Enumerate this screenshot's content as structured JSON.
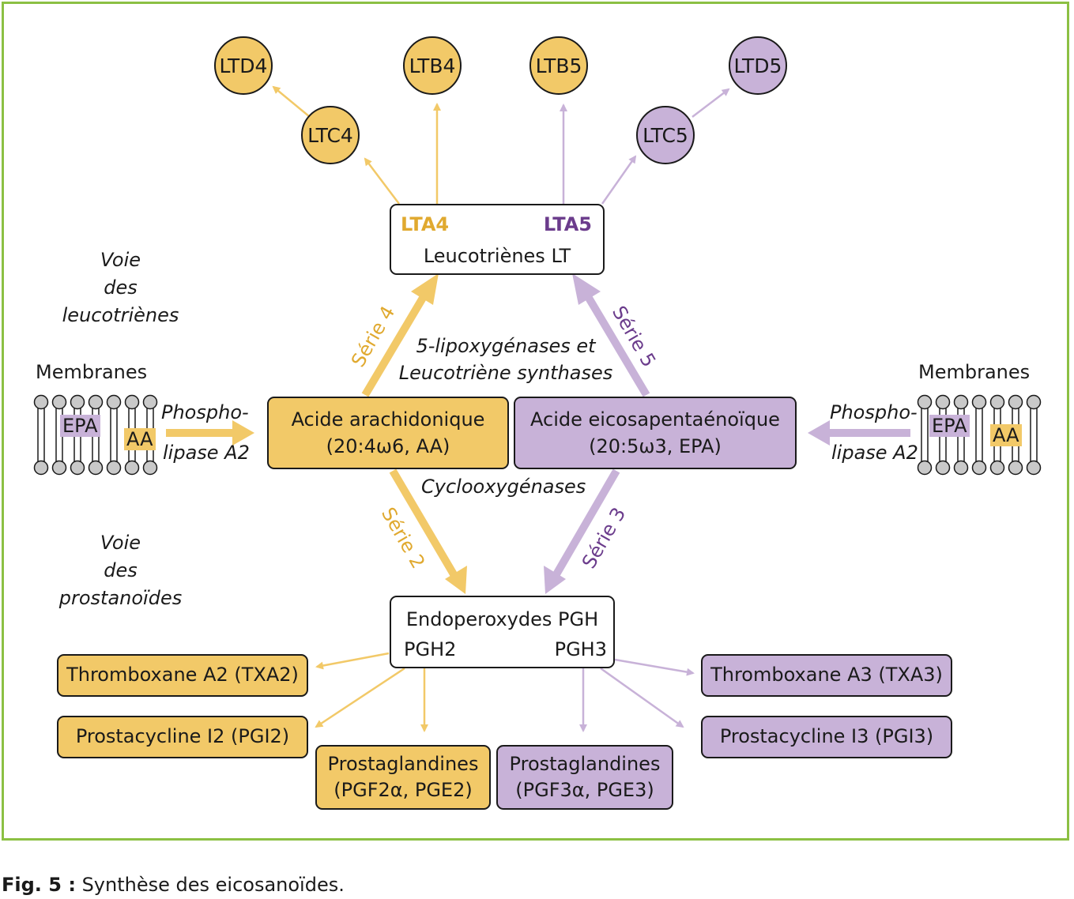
{
  "colors": {
    "frame": "#8cc043",
    "aa_series": "#f2c968",
    "epa_series": "#c8b2d8",
    "aa_text": "#e0a92f",
    "epa_text": "#6b3c8c"
  },
  "pathway_labels": {
    "leukotriene": [
      "Voie",
      "des",
      "leucotriènes"
    ],
    "prostanoid": [
      "Voie",
      "des",
      "prostanoïdes"
    ]
  },
  "left_membrane": {
    "title": "Membranes",
    "tag_epa": "EPA",
    "tag_aa": "AA",
    "enzyme_line1": "Phospho-",
    "enzyme_line2": "lipase A2"
  },
  "right_membrane": {
    "title": "Membranes",
    "tag_epa": "EPA",
    "tag_aa": "AA",
    "enzyme_line1": "Phospho-",
    "enzyme_line2": "lipase A2"
  },
  "aa_box": {
    "line1": "Acide arachidonique",
    "line2": "(20:4ω6, AA)"
  },
  "epa_box": {
    "line1": "Acide eicosapentaénoïque",
    "line2": "(20:5ω3, EPA)"
  },
  "lt_box": {
    "lta4": "LTA4",
    "lta5": "LTA5",
    "title": "Leucotriènes LT"
  },
  "lipox_label": {
    "line1": "5-lipoxygénases et",
    "line2": "Leucotriène synthases"
  },
  "cyclo_label": "Cyclooxygénases",
  "series": {
    "s2": "Série 2",
    "s3": "Série 3",
    "s4": "Série 4",
    "s5": "Série 5"
  },
  "pgh_box": {
    "title": "Endoperoxydes PGH",
    "pgh2": "PGH2",
    "pgh3": "PGH3"
  },
  "circles": {
    "ltd4": "LTD4",
    "ltc4": "LTC4",
    "ltb4": "LTB4",
    "ltb5": "LTB5",
    "ltc5": "LTC5",
    "ltd5": "LTD5"
  },
  "products": {
    "txa2": "Thromboxane A2 (TXA2)",
    "pgi2": "Prostacycline I2 (PGI2)",
    "pg2_line1": "Prostaglandines",
    "pg2_line2": "(PGF2α, PGE2)",
    "pg3_line1": "Prostaglandines",
    "pg3_line2": "(PGF3α, PGE3)",
    "txa3": "Thromboxane A3 (TXA3)",
    "pgi3": "Prostacycline I3 (PGI3)"
  },
  "caption": {
    "label": "Fig. 5 :",
    "text": " Synthèse des eicosanoïdes."
  }
}
